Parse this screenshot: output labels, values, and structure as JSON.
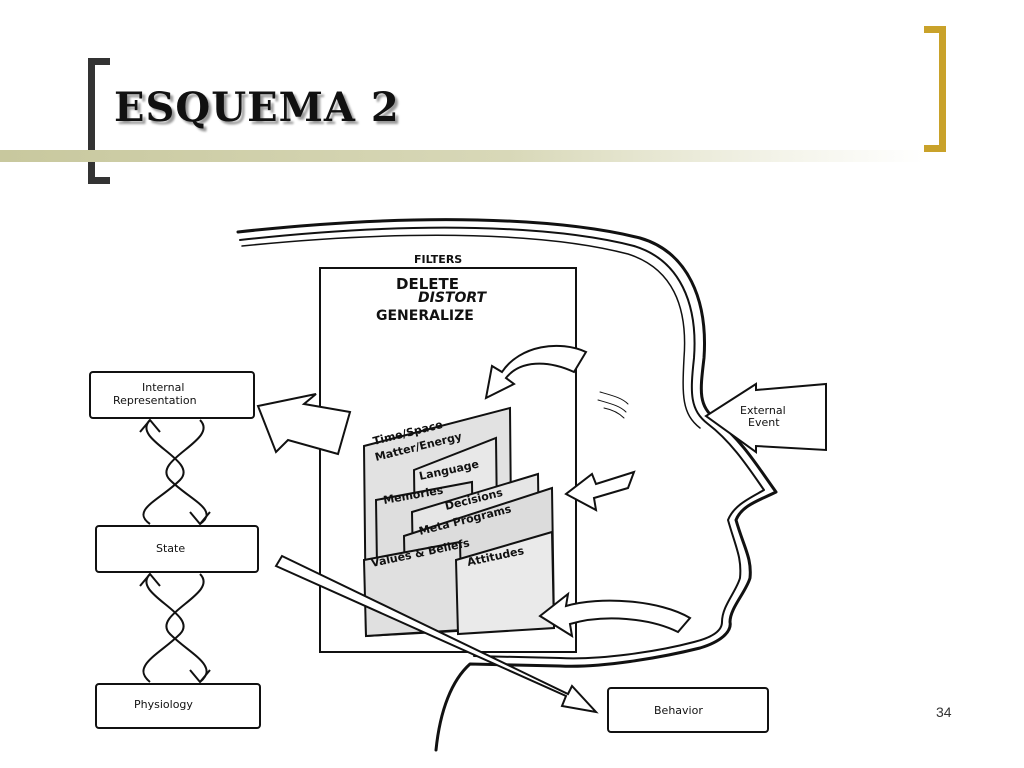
{
  "slide": {
    "title": "ESQUEMA 2",
    "number": "34",
    "accent_color": "#c9a22a",
    "bracket_dark_color": "#333333"
  },
  "diagram": {
    "filters_label": "FILTERS",
    "filter_actions": {
      "delete": "DELETE",
      "distort": "DISTORT",
      "generalize": "GENERALIZE"
    },
    "filter_cards": {
      "time_space_line1": "Time/Space",
      "time_space_line2": "Matter/Energy",
      "language": "Language",
      "memories": "Memories",
      "decisions": "Decisions",
      "meta_programs": "Meta Programs",
      "values_beliefs": "Values & Beliefs",
      "attitudes": "Attitudes"
    },
    "boxes": {
      "internal_rep_line1": "Internal",
      "internal_rep_line2": "Representation",
      "state": "State",
      "physiology": "Physiology",
      "behavior": "Behavior",
      "external_event_line1": "External",
      "external_event_line2": "Event"
    }
  }
}
